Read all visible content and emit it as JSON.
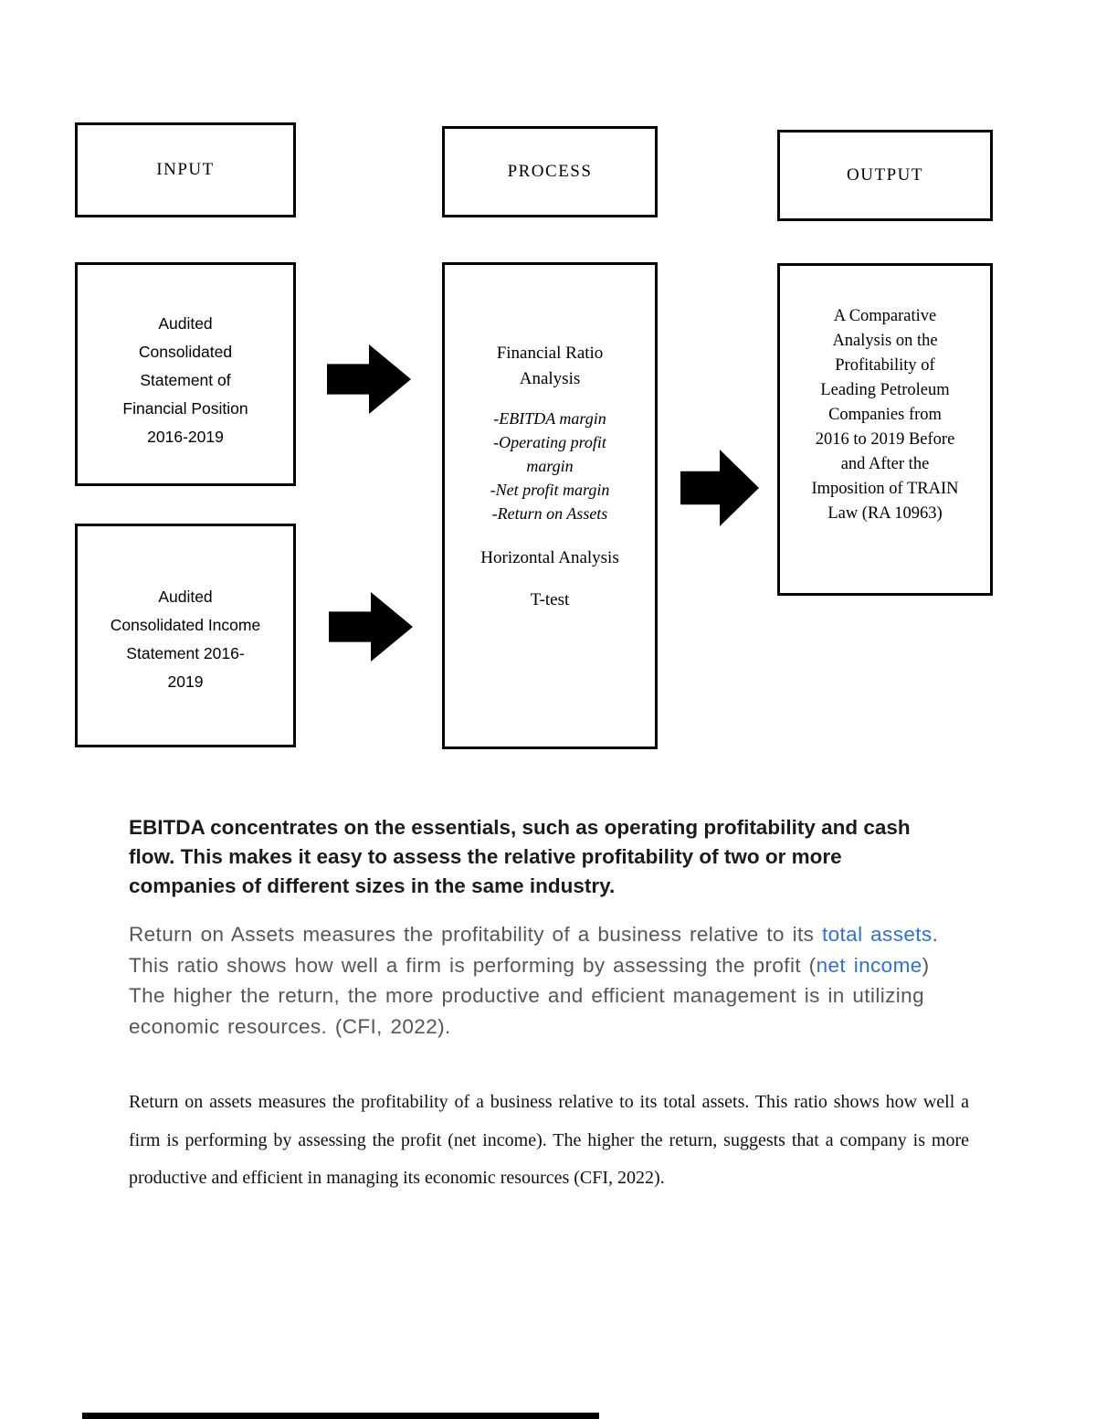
{
  "diagram": {
    "headers": {
      "input": "INPUT",
      "process": "PROCESS",
      "output": "OUTPUT"
    },
    "input_box_1": "Audited\nConsolidated\nStatement of\nFinancial Position\n2016-2019",
    "input_box_2": "Audited\nConsolidated Income\nStatement 2016-\n2019",
    "process_box": {
      "title": "Financial Ratio\nAnalysis",
      "ratio_items": "-EBITDA margin\n-Operating profit\nmargin\n-Net profit margin\n-Return on Assets",
      "method_1": "Horizontal Analysis",
      "method_2": "T-test"
    },
    "output_box": "A Comparative\nAnalysis on the\nProfitability of\nLeading Petroleum\nCompanies from\n2016 to 2019 Before\nand After the\nImposition of TRAIN\nLaw (RA 10963)",
    "arrow_color": "#000000",
    "border_color": "#000000"
  },
  "paragraphs": {
    "ebitda": "EBITDA concentrates on the essentials, such as operating profitability and cash flow. This makes it easy to assess the relative profitability of two or more companies of different sizes in the same industry.",
    "roa_web": {
      "text_before_link1": "Return on Assets measures the profitability of a business relative to its ",
      "link1": "total assets",
      "text_between": ". This ratio shows how well a firm is performing by assessing the profit (",
      "link2": "net income",
      "text_after": ") The higher the return, the more productive and efficient management is in utilizing economic resources. (CFI, 2022).",
      "text_color": "#55565a",
      "link_color": "#2e6fdb"
    },
    "roa_serif": "Return on assets measures the profitability of a business relative to its total assets. This ratio shows how well a firm is performing by assessing the profit (net income). The higher the return, suggests that a company is more productive and efficient in managing its economic resources (CFI, 2022)."
  }
}
